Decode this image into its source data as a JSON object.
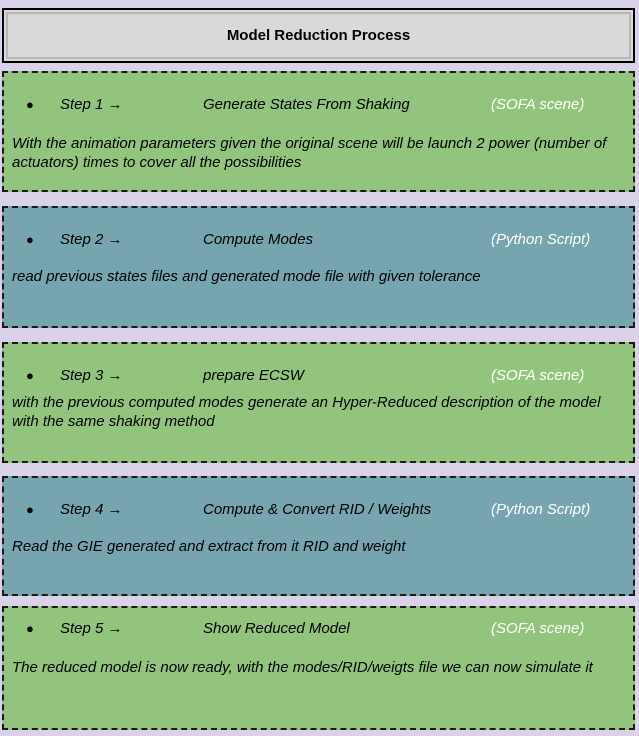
{
  "title": "Model Reduction Process",
  "steps": [
    {
      "label": "Step 1 →",
      "title": "Generate States From Shaking",
      "tool": "(SOFA scene)",
      "description": "With the animation parameters given the original scene will be launch 2 power (number of actuators) times to cover all the possibilities",
      "color": "#93c47d"
    },
    {
      "label": "Step 2 →",
      "title": "Compute Modes",
      "tool": "(Python Script)",
      "description": "read previous states files and generated mode file with given tolerance",
      "color": "#76a5af"
    },
    {
      "label": "Step 3 →",
      "title": "prepare ECSW",
      "tool": "(SOFA scene)",
      "description": "with the previous computed modes generate an Hyper-Reduced description of the model with the same shaking method",
      "color": "#93c47d"
    },
    {
      "label": "Step 4 →",
      "title": "Compute & Convert RID / Weights",
      "tool": "(Python Script)",
      "description": "Read the GIE generated and extract from it RID and weight",
      "color": "#76a5af"
    },
    {
      "label": "Step 5 →",
      "title": "Show Reduced Model",
      "tool": "(SOFA scene)",
      "description": "The reduced model is now ready, with the modes/RID/weigts file we can now simulate it",
      "color": "#93c47d"
    }
  ]
}
